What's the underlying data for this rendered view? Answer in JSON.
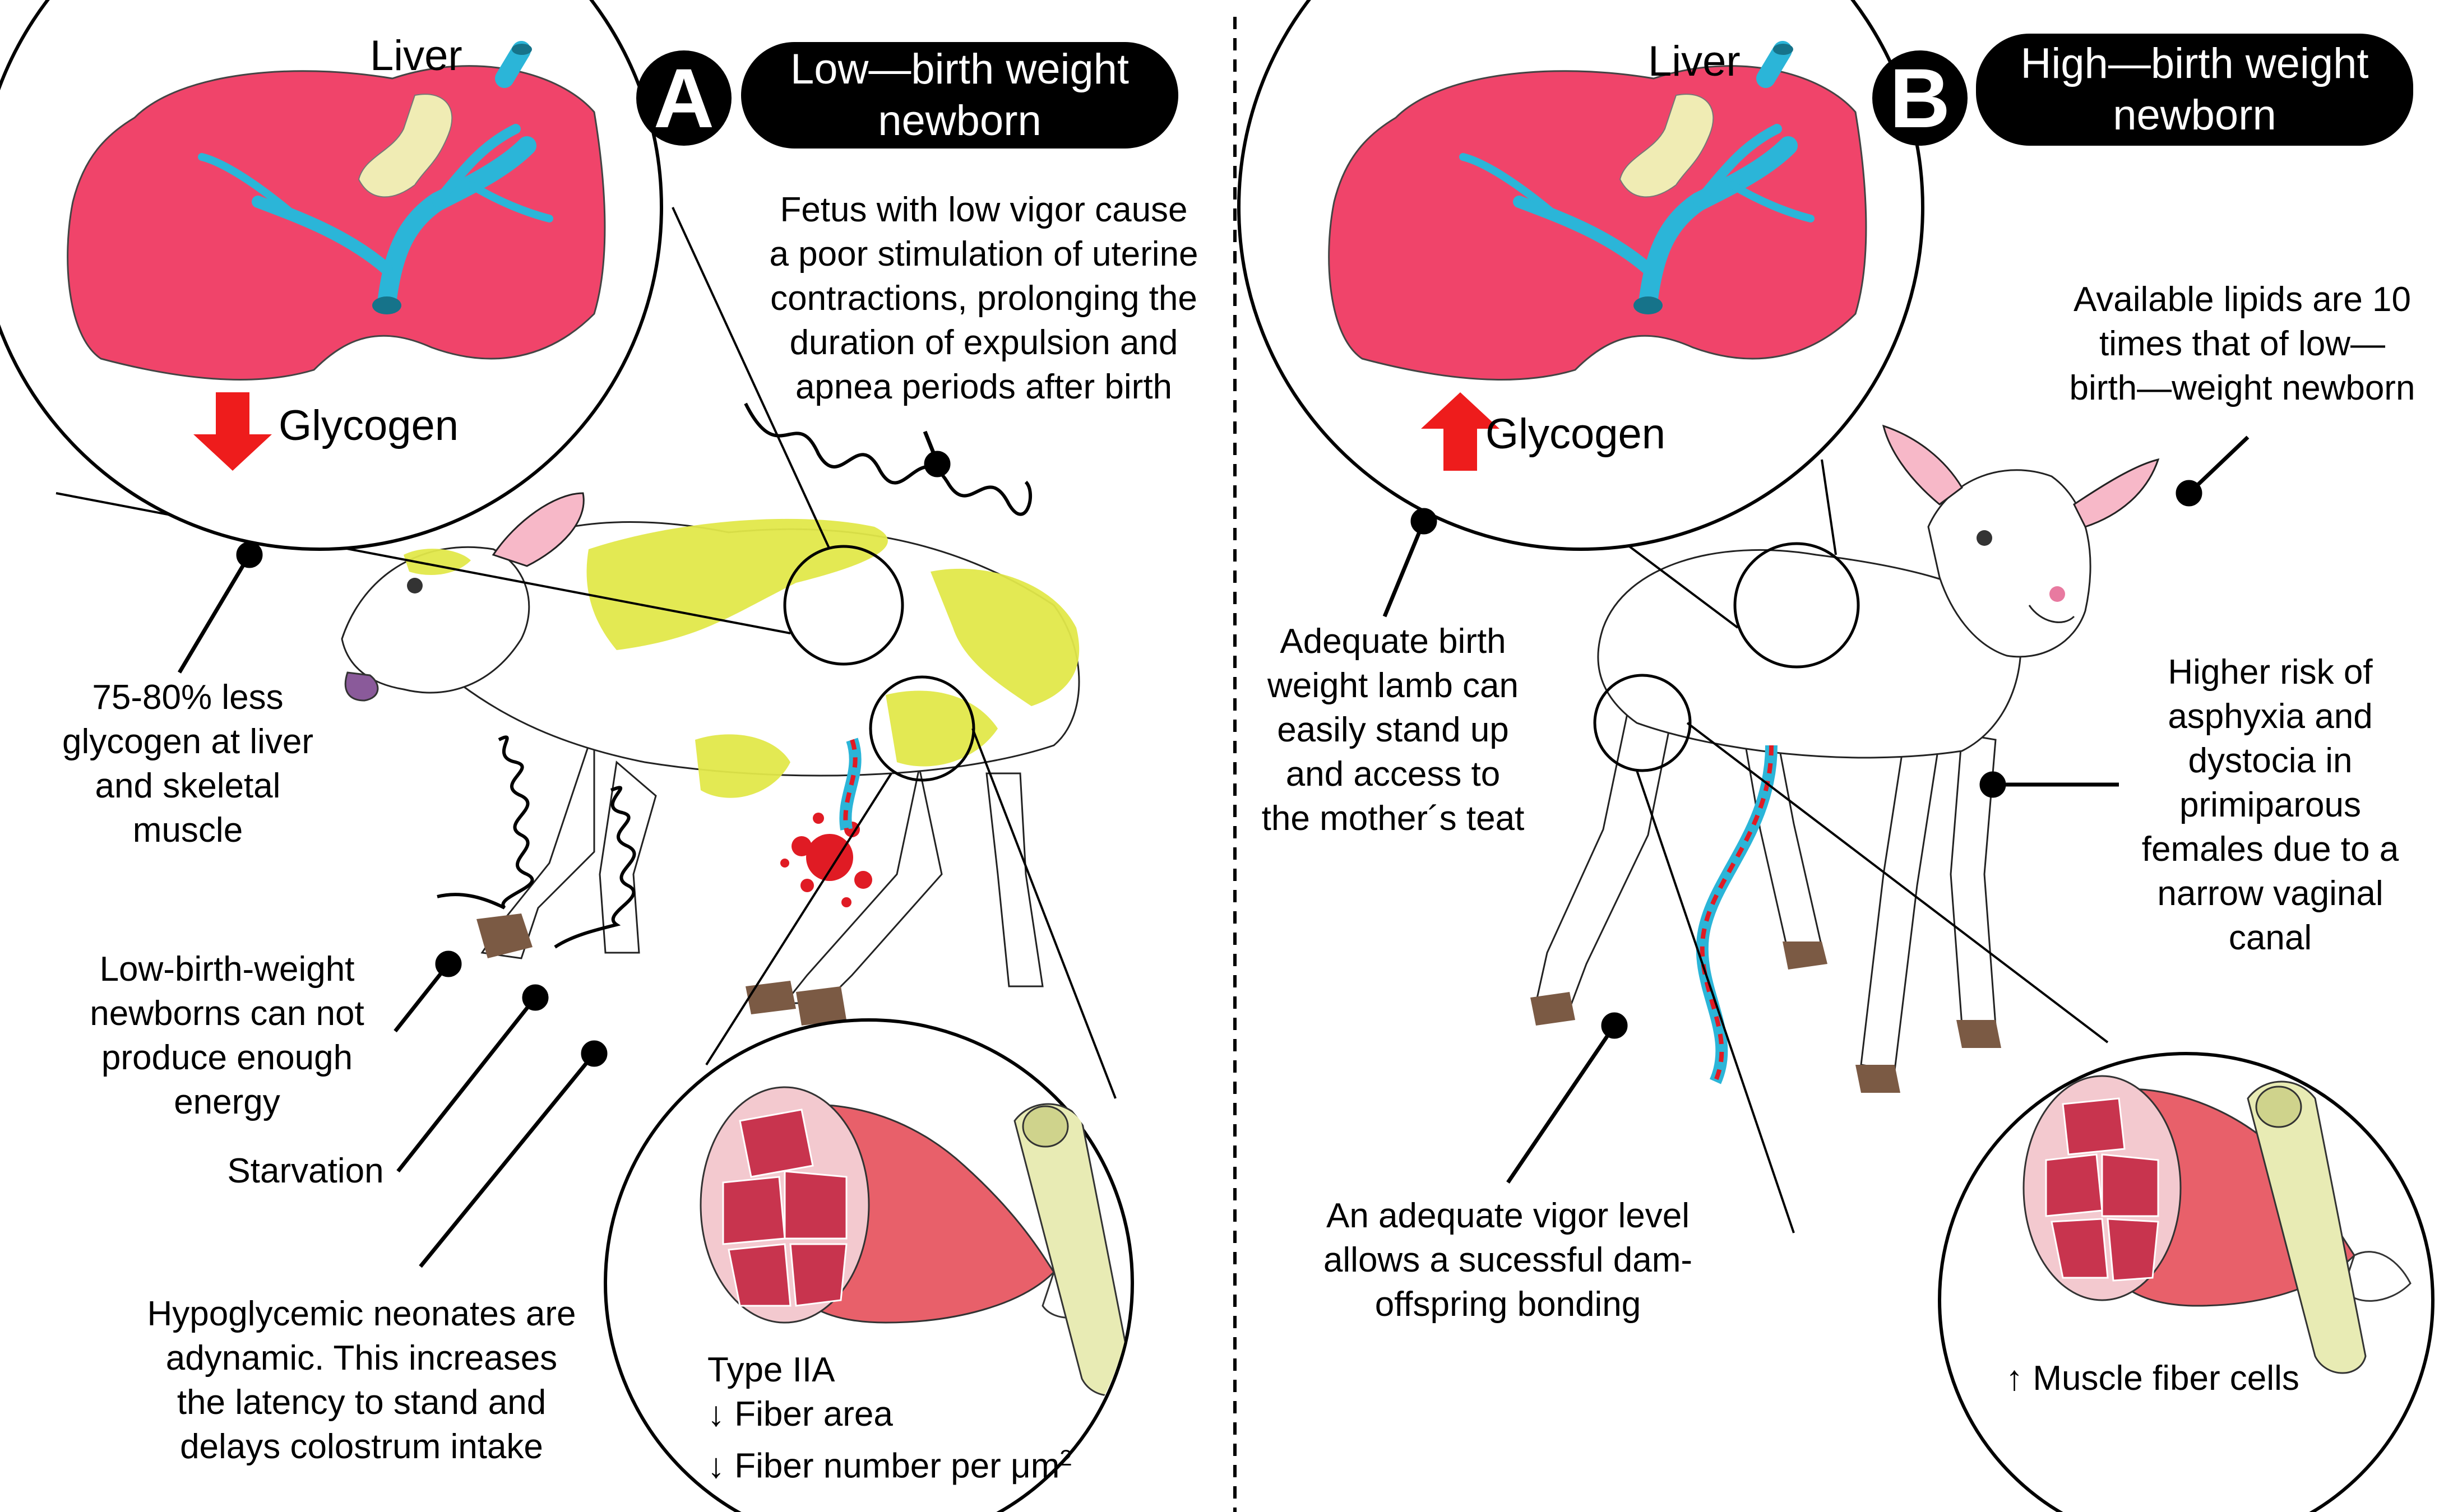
{
  "colors": {
    "liver": "#f0446a",
    "vessel": "#2bb5d8",
    "gall": "#f0ecb4",
    "arrow": "#ee1c1c",
    "muscle": "#e8606a",
    "muscle_section": "#c8344e",
    "bone": "#e8ebb4",
    "patches": "#e2e84a",
    "hoof": "#7b5a44",
    "ear": "#f7b8c8",
    "blood": "#e01b24"
  },
  "panel_a": {
    "letter": "A",
    "title_lines": [
      "Low—birth weight",
      "newborn"
    ],
    "liver_label": "Liver",
    "glycogen_label": "Glycogen",
    "glycogen_arrow": "down",
    "fetus_text": [
      "Fetus with low vigor cause",
      "a poor stimulation of uterine",
      "contractions, prolonging the",
      "duration of expulsion and",
      "apnea periods after birth"
    ],
    "glycogen_text": [
      "75-80% less",
      "glycogen at liver",
      "and skeletal",
      "muscle"
    ],
    "energy_text": [
      "Low-birth-weight",
      "newborns can not",
      "produce enough",
      "energy"
    ],
    "starvation_text": "Starvation",
    "hypoglycemic_text": [
      "Hypoglycemic neonates are",
      "adynamic. This increases",
      "the latency to stand and",
      "delays colostrum intake"
    ],
    "fiber_type": "Type IIA",
    "fiber_area": "↓ Fiber area",
    "fiber_number": "↓ Fiber number per μm",
    "fiber_number_sup": "2"
  },
  "panel_b": {
    "letter": "B",
    "title_lines": [
      "High—birth weight",
      "newborn"
    ],
    "liver_label": "Liver",
    "glycogen_label": "Glycogen",
    "glycogen_arrow": "up",
    "lipids_text": [
      "Available lipids are 10",
      "times that of low—",
      "birth—weight newborn"
    ],
    "stand_text": [
      "Adequate birth",
      "weight lamb can",
      "easily stand up",
      "and access to",
      "the mother´s teat"
    ],
    "risk_text": [
      "Higher risk of",
      "asphyxia and",
      "dystocia in",
      "primiparous",
      "females due to a",
      "narrow vaginal",
      "canal"
    ],
    "vigor_text": [
      "An adequate vigor level",
      "allows a sucessful dam-",
      "offspring bonding"
    ],
    "muscle_text": "↑ Muscle fiber cells"
  }
}
